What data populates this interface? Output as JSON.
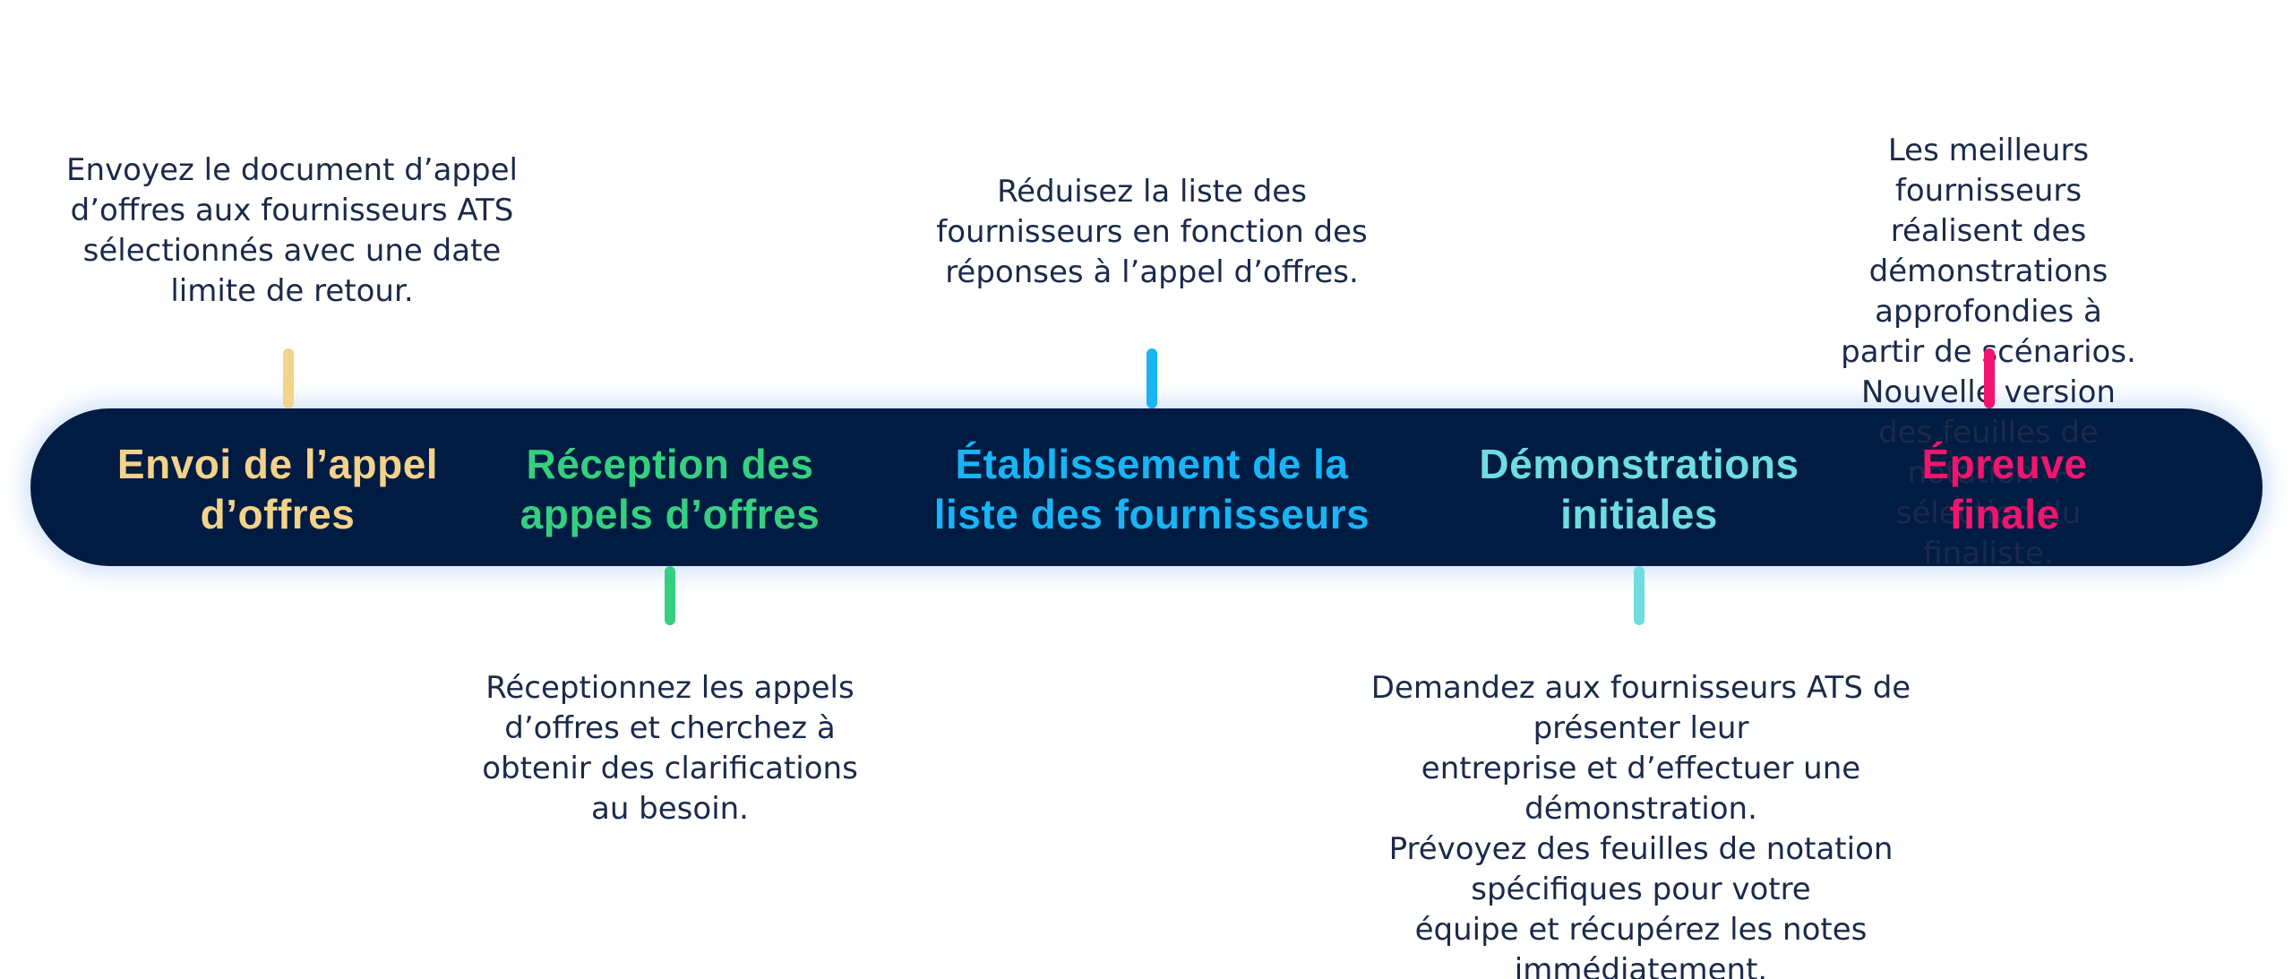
{
  "colors": {
    "bar": "#001c43",
    "text": "#1b2a4a",
    "stage_1": "#f3d28a",
    "stage_2": "#35d07f",
    "stage_3": "#19b4f5",
    "stage_4": "#6fdde0",
    "stage_5": "#f2156d"
  },
  "stages": [
    {
      "title": "Envoi de l’appel\nd’offres",
      "description": "Envoyez le document d’appel\nd’offres aux fournisseurs ATS\nsélectionnés avec une date\nlimite de retour."
    },
    {
      "title": "Réception des\nappels d’offres",
      "description": "Réceptionnez les appels\nd’offres et cherchez à\nobtenir des clarifications\nau besoin."
    },
    {
      "title": "Établissement de la\nliste des fournisseurs",
      "description": "Réduisez la liste des\nfournisseurs en fonction des\nréponses à l’appel d’offres."
    },
    {
      "title": "Démonstrations\ninitiales",
      "description": "Demandez aux fournisseurs ATS de présenter leur\nentreprise et d’effectuer une démonstration.\nPrévoyez des feuilles de notation spécifiques pour votre\néquipe et récupérez les notes immédiatement."
    },
    {
      "title": "Épreuve\nfinale",
      "description": "Les meilleurs fournisseurs\nréalisent des démonstrations\napprofondies à partir de scénarios.\nNouvelle version des feuilles de\nnotation + sélection du finaliste."
    }
  ]
}
